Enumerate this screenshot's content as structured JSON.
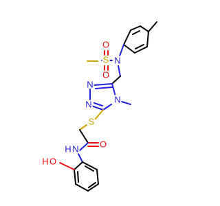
{
  "molecule": {
    "atoms": {
      "sulfonyl_o_top": {
        "symbol": "O",
        "color": "#ee1111"
      },
      "sulfonyl_s": {
        "symbol": "S",
        "color": "#c8a400"
      },
      "sulfonyl_o_bottom": {
        "symbol": "O",
        "color": "#ee1111"
      },
      "sulfonamide_n": {
        "symbol": "N",
        "color": "#2323dd"
      },
      "triazole_n1": {
        "symbol": "N",
        "color": "#2323dd"
      },
      "triazole_n2": {
        "symbol": "N",
        "color": "#2323dd"
      },
      "triazole_n4": {
        "symbol": "N",
        "color": "#2323dd"
      },
      "thioether_s": {
        "symbol": "S",
        "color": "#c8a400"
      },
      "amide_o": {
        "symbol": "O",
        "color": "#ee1111"
      },
      "amide_n": {
        "symbol": "N",
        "color": "#2323dd"
      },
      "amide_h": {
        "symbol": "H",
        "color": "#2323dd"
      },
      "phenol_h": {
        "symbol": "H",
        "color": "#ee1111"
      },
      "phenol_o": {
        "symbol": "O",
        "color": "#ee1111"
      }
    }
  }
}
